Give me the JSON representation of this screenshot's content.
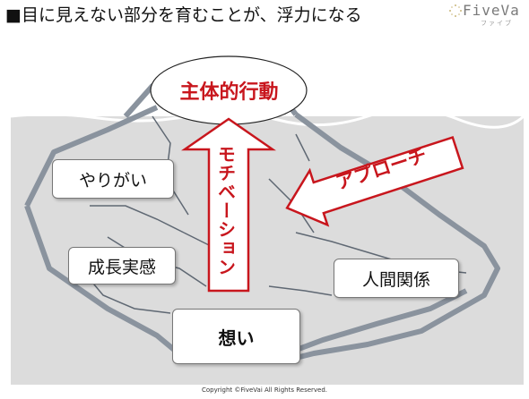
{
  "title": "■目に見えない部分を育むことが、浮力になる",
  "logo": {
    "main": "FiveVa",
    "sub": "ファイブ"
  },
  "diagram": {
    "top_action": "主体的行動",
    "arrow_up_label": "モチベーション",
    "arrow_left_label": "アプローチ",
    "boxes": {
      "fulfillment": "やりがい",
      "growth": "成長実感",
      "relationships": "人間関係",
      "thoughts": "想い"
    }
  },
  "footer": {
    "copyright": "Copyright ©FiveVai All Rights Reserved."
  },
  "colors": {
    "accent_red": "#c8161d",
    "water": "#dcdcdc",
    "ice_edge": "#8a939e"
  }
}
